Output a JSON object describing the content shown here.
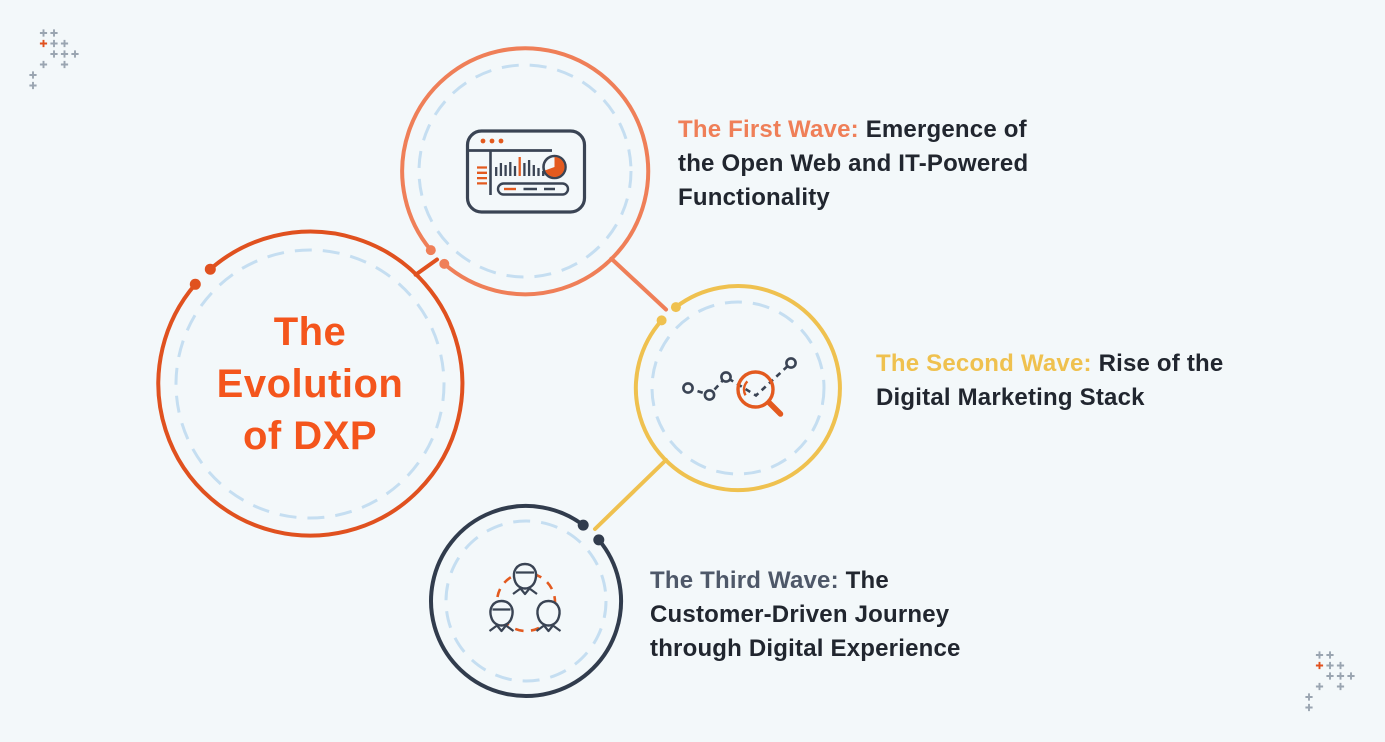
{
  "background": "#F3F8FA",
  "palette": {
    "main_orange": "#E0511F",
    "title_orange": "#F4551C",
    "coral": "#EF7F58",
    "gold": "#EFC14F",
    "dark_navy": "#313C4D",
    "slate_label": "#4E5869",
    "text_dark": "#21262F",
    "dashed_inner_blue": "#C5DEF1",
    "icon_dark": "#3A4454",
    "icon_orange": "#E35A1F",
    "plus_gray": "#9AA5B1"
  },
  "title": {
    "lines": [
      "The",
      "Evolution",
      "of DXP"
    ]
  },
  "waves": [
    {
      "label": "The First Wave:",
      "desc_lines": [
        "Emergence of",
        "the Open Web and IT-Powered",
        "Functionality"
      ],
      "accent": "#EF7F58",
      "icon": "dashboard-analytics-icon"
    },
    {
      "label": "The Second Wave:",
      "desc_lines": [
        "Rise of the",
        "Digital Marketing Stack"
      ],
      "accent": "#EFC14F",
      "icon": "chart-magnifier-icon"
    },
    {
      "label": "The Third Wave:",
      "desc_lines": [
        "The",
        "Customer-Driven Journey",
        "through Digital Experience"
      ],
      "accent": "#313C4D",
      "icon": "people-network-icon"
    }
  ]
}
